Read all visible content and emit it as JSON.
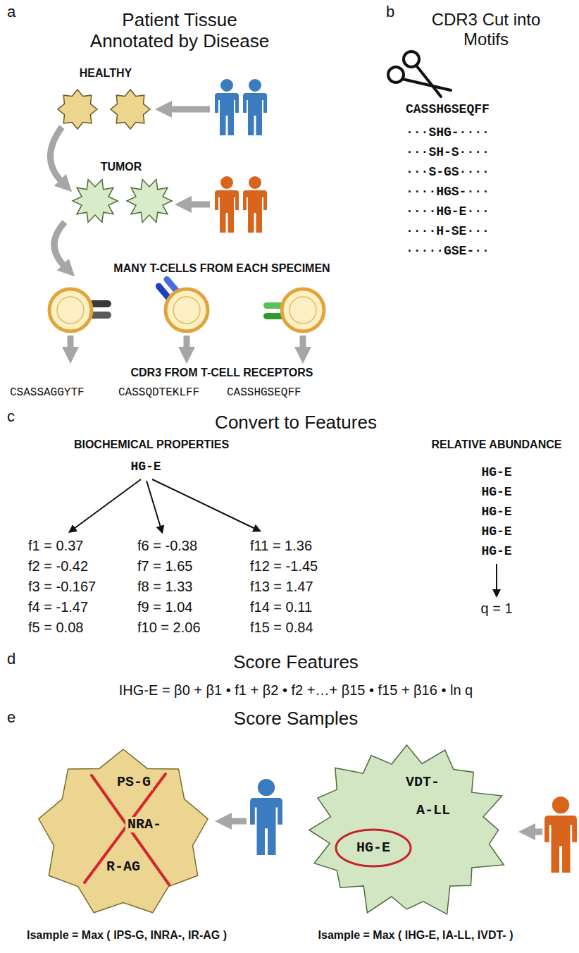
{
  "diagram": {
    "nodes": [
      {
        "text": [
          "PS-G",
          "NRA-",
          "R-AG"
        ]
      },
      {
        "text": [
          "VDT-",
          "A-LL"
        ]
      },
      {
        "text": [
          "HG-E"
        ],
        "in": 1
      }
    ],
    "labels": [
      "a",
      "Patient Tissue Annotated by Disease",
      "HEALTHY",
      "TUMOR",
      "MANY T-CELLS FROM EACH SPECIMEN",
      "CDR3 FROM T-CELL RECEPTORS",
      "CSASSAGGYTF",
      "CASSQDTEKLFF",
      "CASSHGSEQFF",
      "b",
      "CDR3 Cut into Motifs",
      "CASSHGSEQFF",
      "···SHG-····",
      "···SH-S····",
      "···S-GS····",
      "····HGS-···",
      "····HG-E···",
      "····H-SE···",
      "·····GSE-··",
      "c",
      "Convert to Features",
      "BIOCHEMICAL PROPERTIES",
      "HG-E",
      "f1 = 0.37",
      "f2 = -0.42",
      "f3 = -0.167",
      "f4 = -1.47",
      "f5 = 0.08",
      "f6 = -0.38",
      "f7 = 1.65",
      "f8 = 1.33",
      "f9 = 1.04",
      "f10 = 2.06",
      "f11 = 1.36",
      "f12 = -1.45",
      "f13 = 1.47",
      "f14 = 0.11",
      "f15 = 0.84",
      "RELATIVE ABUNDANCE",
      "HG-E",
      "HG-E",
      "HG-E",
      "HG-E",
      "HG-E",
      "q = 1",
      "d",
      "Score Features",
      "IHG-E = β0 + β1 • f1 + β2 • f2 +…+ β15 • f15 + β16 • ln q",
      "e",
      "Score Samples",
      "Isample = Max ( IPS-G, INRA-, IR-AG )",
      "Isample = Max ( IHG-E, IA-LL, IVDT- )"
    ]
  }
}
